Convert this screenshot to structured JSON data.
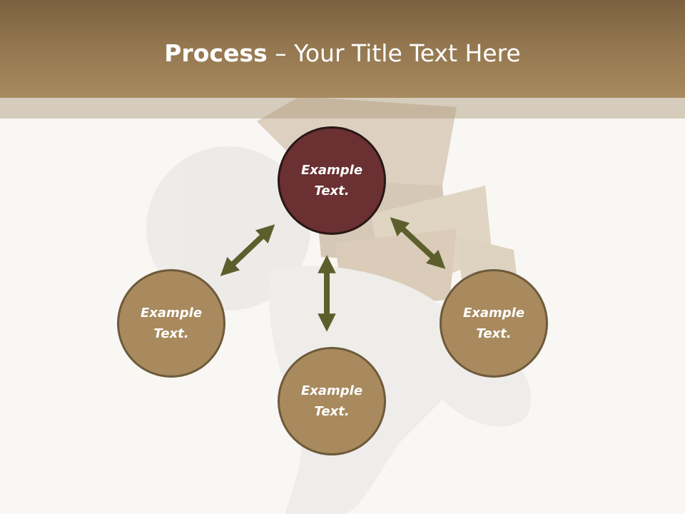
{
  "slide": {
    "title_bold": "Process",
    "title_rest": " – Your Title Text Here"
  },
  "nodes": {
    "top": {
      "line1": "Example",
      "line2": "Text."
    },
    "left": {
      "line1": "Example",
      "line2": "Text."
    },
    "right": {
      "line1": "Example",
      "line2": "Text."
    },
    "bottom": {
      "line1": "Example",
      "line2": "Text."
    }
  },
  "colors": {
    "header": "#a78a5e",
    "node_fill": "#a88a5e",
    "node_center_fill": "#6a3032",
    "arrow": "#5c5f2c",
    "background": "#f8f7f3"
  }
}
